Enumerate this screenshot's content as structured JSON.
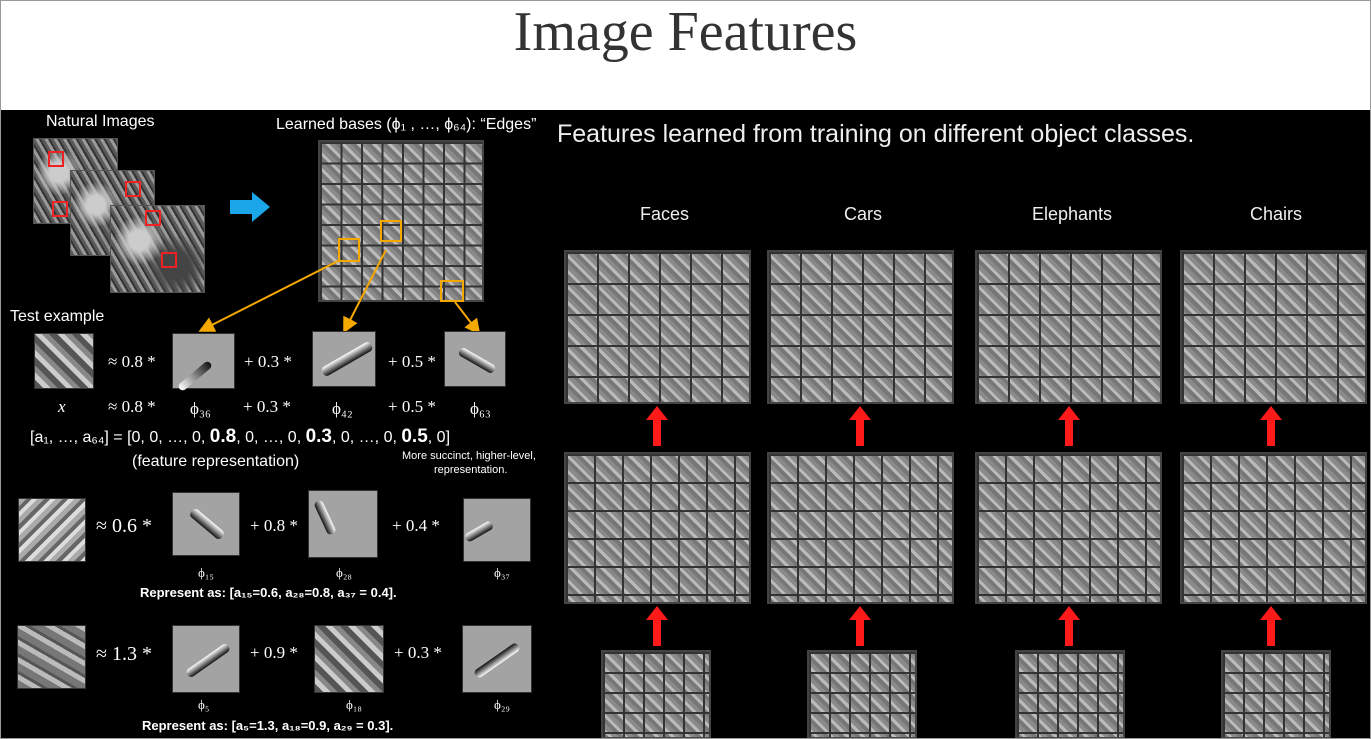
{
  "slide": {
    "title": "Image Features"
  },
  "left": {
    "natural_images_label": "Natural Images",
    "learned_bases_label": "Learned bases (ϕ₁ , …, ϕ₆₄):  “Edges”",
    "test_example_label": "Test example",
    "eq1": {
      "approx1": "≈ 0.8 *",
      "plus1": "+ 0.3 *",
      "plus2": "+ 0.5 *",
      "row2_x": "x",
      "row2_approx": "≈ 0.8 *",
      "phi36": "ϕ₃₆",
      "row2_plus1": "+  0.3 *",
      "phi42": "ϕ₄₂",
      "row2_plus2": "+ 0.5 *",
      "phi63": "ϕ₆₃",
      "vector_prefix": "[a₁, …, a₆₄] = [0, 0, …, 0, ",
      "v1": "0.8",
      "vector_mid1": ", 0, …, 0, ",
      "v2": "0.3",
      "vector_mid2": ", 0, …, 0, ",
      "v3": "0.5",
      "vector_suffix": ", 0]",
      "feature_rep": "(feature representation)"
    },
    "note_line1": "More succinct, higher-level,",
    "note_line2": "representation.",
    "eq2": {
      "approx": "≈ 0.6 *",
      "plus1": "+ 0.8 *",
      "plus2": "+ 0.4 *",
      "phi15": "ϕ₁₅",
      "phi28": "ϕ₂₈",
      "phi37": "ϕ₃₇",
      "represent": "Represent as: [a₁₅=0.6, a₂₈=0.8, a₃₇ = 0.4]."
    },
    "eq3": {
      "approx": "≈ 1.3 *",
      "plus1": "+ 0.9 *",
      "plus2": "+ 0.3 *",
      "phi5": "ϕ₅",
      "phi18": "ϕ₁₈",
      "phi29": "ϕ₂₉",
      "represent": "Represent as: [a₅=1.3, a₁₈=0.9, a₂₉ = 0.3]."
    }
  },
  "right": {
    "heading": "Features learned from training on different object classes.",
    "classes": [
      "Faces",
      "Cars",
      "Elephants",
      "Chairs"
    ]
  },
  "colors": {
    "arrow_blue": "#1aa6e8",
    "highlight": "#f5a800",
    "up_arrow": "#ff1a1a",
    "patch_box": "#e22222"
  }
}
